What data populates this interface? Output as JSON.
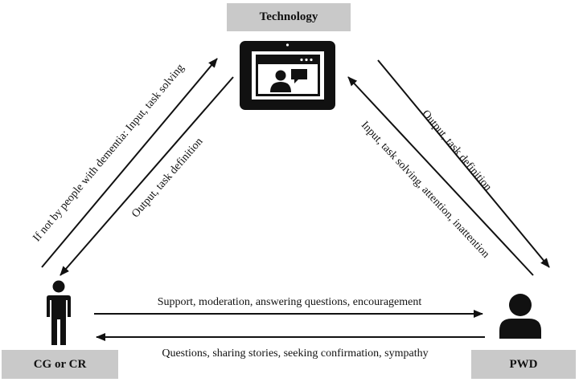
{
  "nodes": {
    "technology": "Technology",
    "cg_cr": "CG or CR",
    "pwd": "PWD"
  },
  "edges": {
    "cg_to_tech": "If not by people with dementia: Input, task solving",
    "tech_to_cg": "Output, task definition",
    "tech_to_pwd": "Output, task definition",
    "pwd_to_tech": "Input, task solving, attention, inattention",
    "cg_to_pwd": "Support, moderation, answering questions, encouragement",
    "pwd_to_cg": "Questions, sharing stories, seeking confirmation, sympathy"
  },
  "icons": {
    "technology": "tablet-video-call-icon",
    "cg_cr": "standing-person-icon",
    "pwd": "user-silhouette-icon"
  }
}
